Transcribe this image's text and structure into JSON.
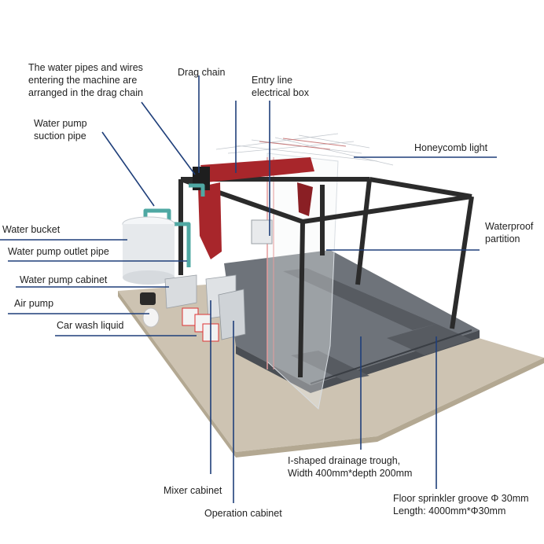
{
  "colors": {
    "leader": "#1f3f7a",
    "frame": "#2b2b2b",
    "platform": "#6f747b",
    "platform_edge": "#4d5157",
    "floor": "#c9bfae",
    "gantry": "#a8262b",
    "teal_pipe": "#4fa8a3",
    "bucket": "#e9ecef",
    "partition_line": "#e6a6a6"
  },
  "labels": {
    "pipes_wires": "The water pipes and wires\nentering the machine are\narranged in the drag chain",
    "drag_chain": "Drag chain",
    "entry_box": "Entry line\nelectrical box",
    "suction_pipe": "Water pump\nsuction pipe",
    "honeycomb_light": "Honeycomb light",
    "water_bucket": "Water bucket",
    "outlet_pipe": "Water pump outlet pipe",
    "pump_cabinet": "Water pump cabinet",
    "air_pump": "Air pump",
    "car_wash_liquid": "Car wash liquid",
    "waterproof_partition": "Waterproof\npartition",
    "drainage_trough": "I-shaped drainage trough,\nWidth 400mm*depth 200mm",
    "mixer_cabinet": "Mixer cabinet",
    "operation_cabinet": "Operation cabinet",
    "sprinkler_groove": "Floor sprinkler groove Φ 30mm\nLength: 4000mm*Φ30mm"
  }
}
